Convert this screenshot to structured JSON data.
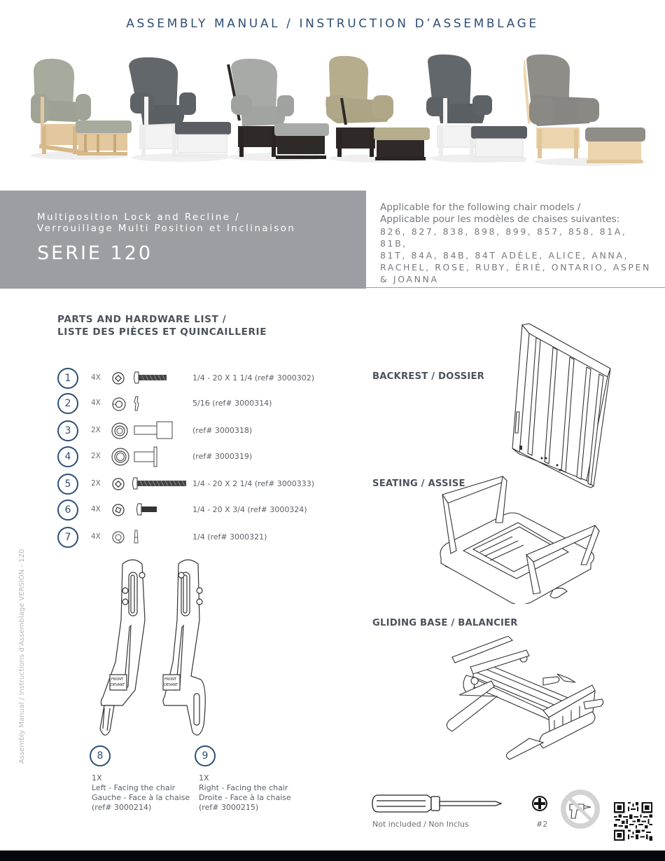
{
  "header": {
    "title": "ASSEMBLY MANUAL / INSTRUCTION D’ASSEMBLAGE"
  },
  "chairs": [
    {
      "name": "chair-natural-sage",
      "frame": "#e3c79e",
      "fabric": "#a7ab9d"
    },
    {
      "name": "chair-white-dark-grey",
      "frame": "#f2f2f2",
      "fabric": "#62676b"
    },
    {
      "name": "chair-espresso-light-grey",
      "frame": "#2f2a28",
      "fabric": "#a8aaa8"
    },
    {
      "name": "chair-espresso-beige",
      "frame": "#2f2a28",
      "fabric": "#b6ad8d"
    },
    {
      "name": "chair-white-grey",
      "frame": "#f2f2f2",
      "fabric": "#62676b"
    },
    {
      "name": "chair-natural-grey",
      "frame": "#ecd5ae",
      "fabric": "#8e8d88"
    }
  ],
  "band": {
    "subtitle_line1": "Multiposition Lock and Recline /",
    "subtitle_line2": "Verrouillage Multi Position et Inclinaison",
    "series": "SERIE 120",
    "background": "#9d9ea3"
  },
  "models": {
    "caption_en": "Applicable for the following chair models /",
    "caption_fr": "Applicable pour les modèles de chaises suivantes:",
    "list_line1": "826, 827, 838, 898, 899, 857, 858, 81A, 81B,",
    "list_line2": "81T, 84A, 84B, 84T ADÈLE, ALICE, ANNA,",
    "list_line3": "RACHEL, ROSE, RUBY, ÉRIÉ, ONTARIO, ASPEN",
    "list_line4": "& JOANNA"
  },
  "parts": {
    "title_line1": "PARTS AND HARDWARE LIST /",
    "title_line2": "LISTE DES PIÈCES ET QUINCAILLERIE",
    "items": [
      {
        "num": "1",
        "qty": "4X",
        "spec": "1/4 - 20 X 1 1/4 (ref# 3000302)"
      },
      {
        "num": "2",
        "qty": "4X",
        "spec": "5/16 (ref# 3000314)"
      },
      {
        "num": "3",
        "qty": "2X",
        "spec": "(ref# 3000318)"
      },
      {
        "num": "4",
        "qty": "2X",
        "spec": "(ref# 3000319)"
      },
      {
        "num": "5",
        "qty": "2X",
        "spec": "1/4 - 20 X 2 1/4 (ref# 3000333)"
      },
      {
        "num": "6",
        "qty": "4X",
        "spec": "1/4 - 20 X 3/4 (ref# 3000324)"
      },
      {
        "num": "7",
        "qty": "4X",
        "spec": "1/4 (ref# 3000321)"
      }
    ],
    "brackets": [
      {
        "num": "8",
        "qty": "1X",
        "line1": "Left - Facing the chair",
        "line2": "Gauche - Face à la chaise",
        "ref": "(ref# 3000214)",
        "tag1": "FRONT",
        "tag2": "DEVANT"
      },
      {
        "num": "9",
        "qty": "1X",
        "line1": "Right - Facing the chair",
        "line2": "Droite - Face à la chaise",
        "ref": "(ref# 3000215)",
        "tag1": "FRONT",
        "tag2": "DEVANT"
      }
    ]
  },
  "sections": {
    "backrest": "BACKREST / DOSSIER",
    "seating": "SEATING / ASSISE",
    "base": "GLIDING BASE / BALANCIER"
  },
  "tools": {
    "note": "Not included / Non Inclus",
    "bit": "#2",
    "icons": [
      "screwdriver-icon",
      "phillips-head-icon",
      "no-power-drill-icon",
      "qr-code-icon"
    ]
  },
  "sidebar": {
    "text": "Assembly Manual / Instructions d'Assemblage  VERSION - 120"
  },
  "colors": {
    "accent_blue": "#2e4f74",
    "text_grey": "#4c525b",
    "footer": "#04080c"
  }
}
